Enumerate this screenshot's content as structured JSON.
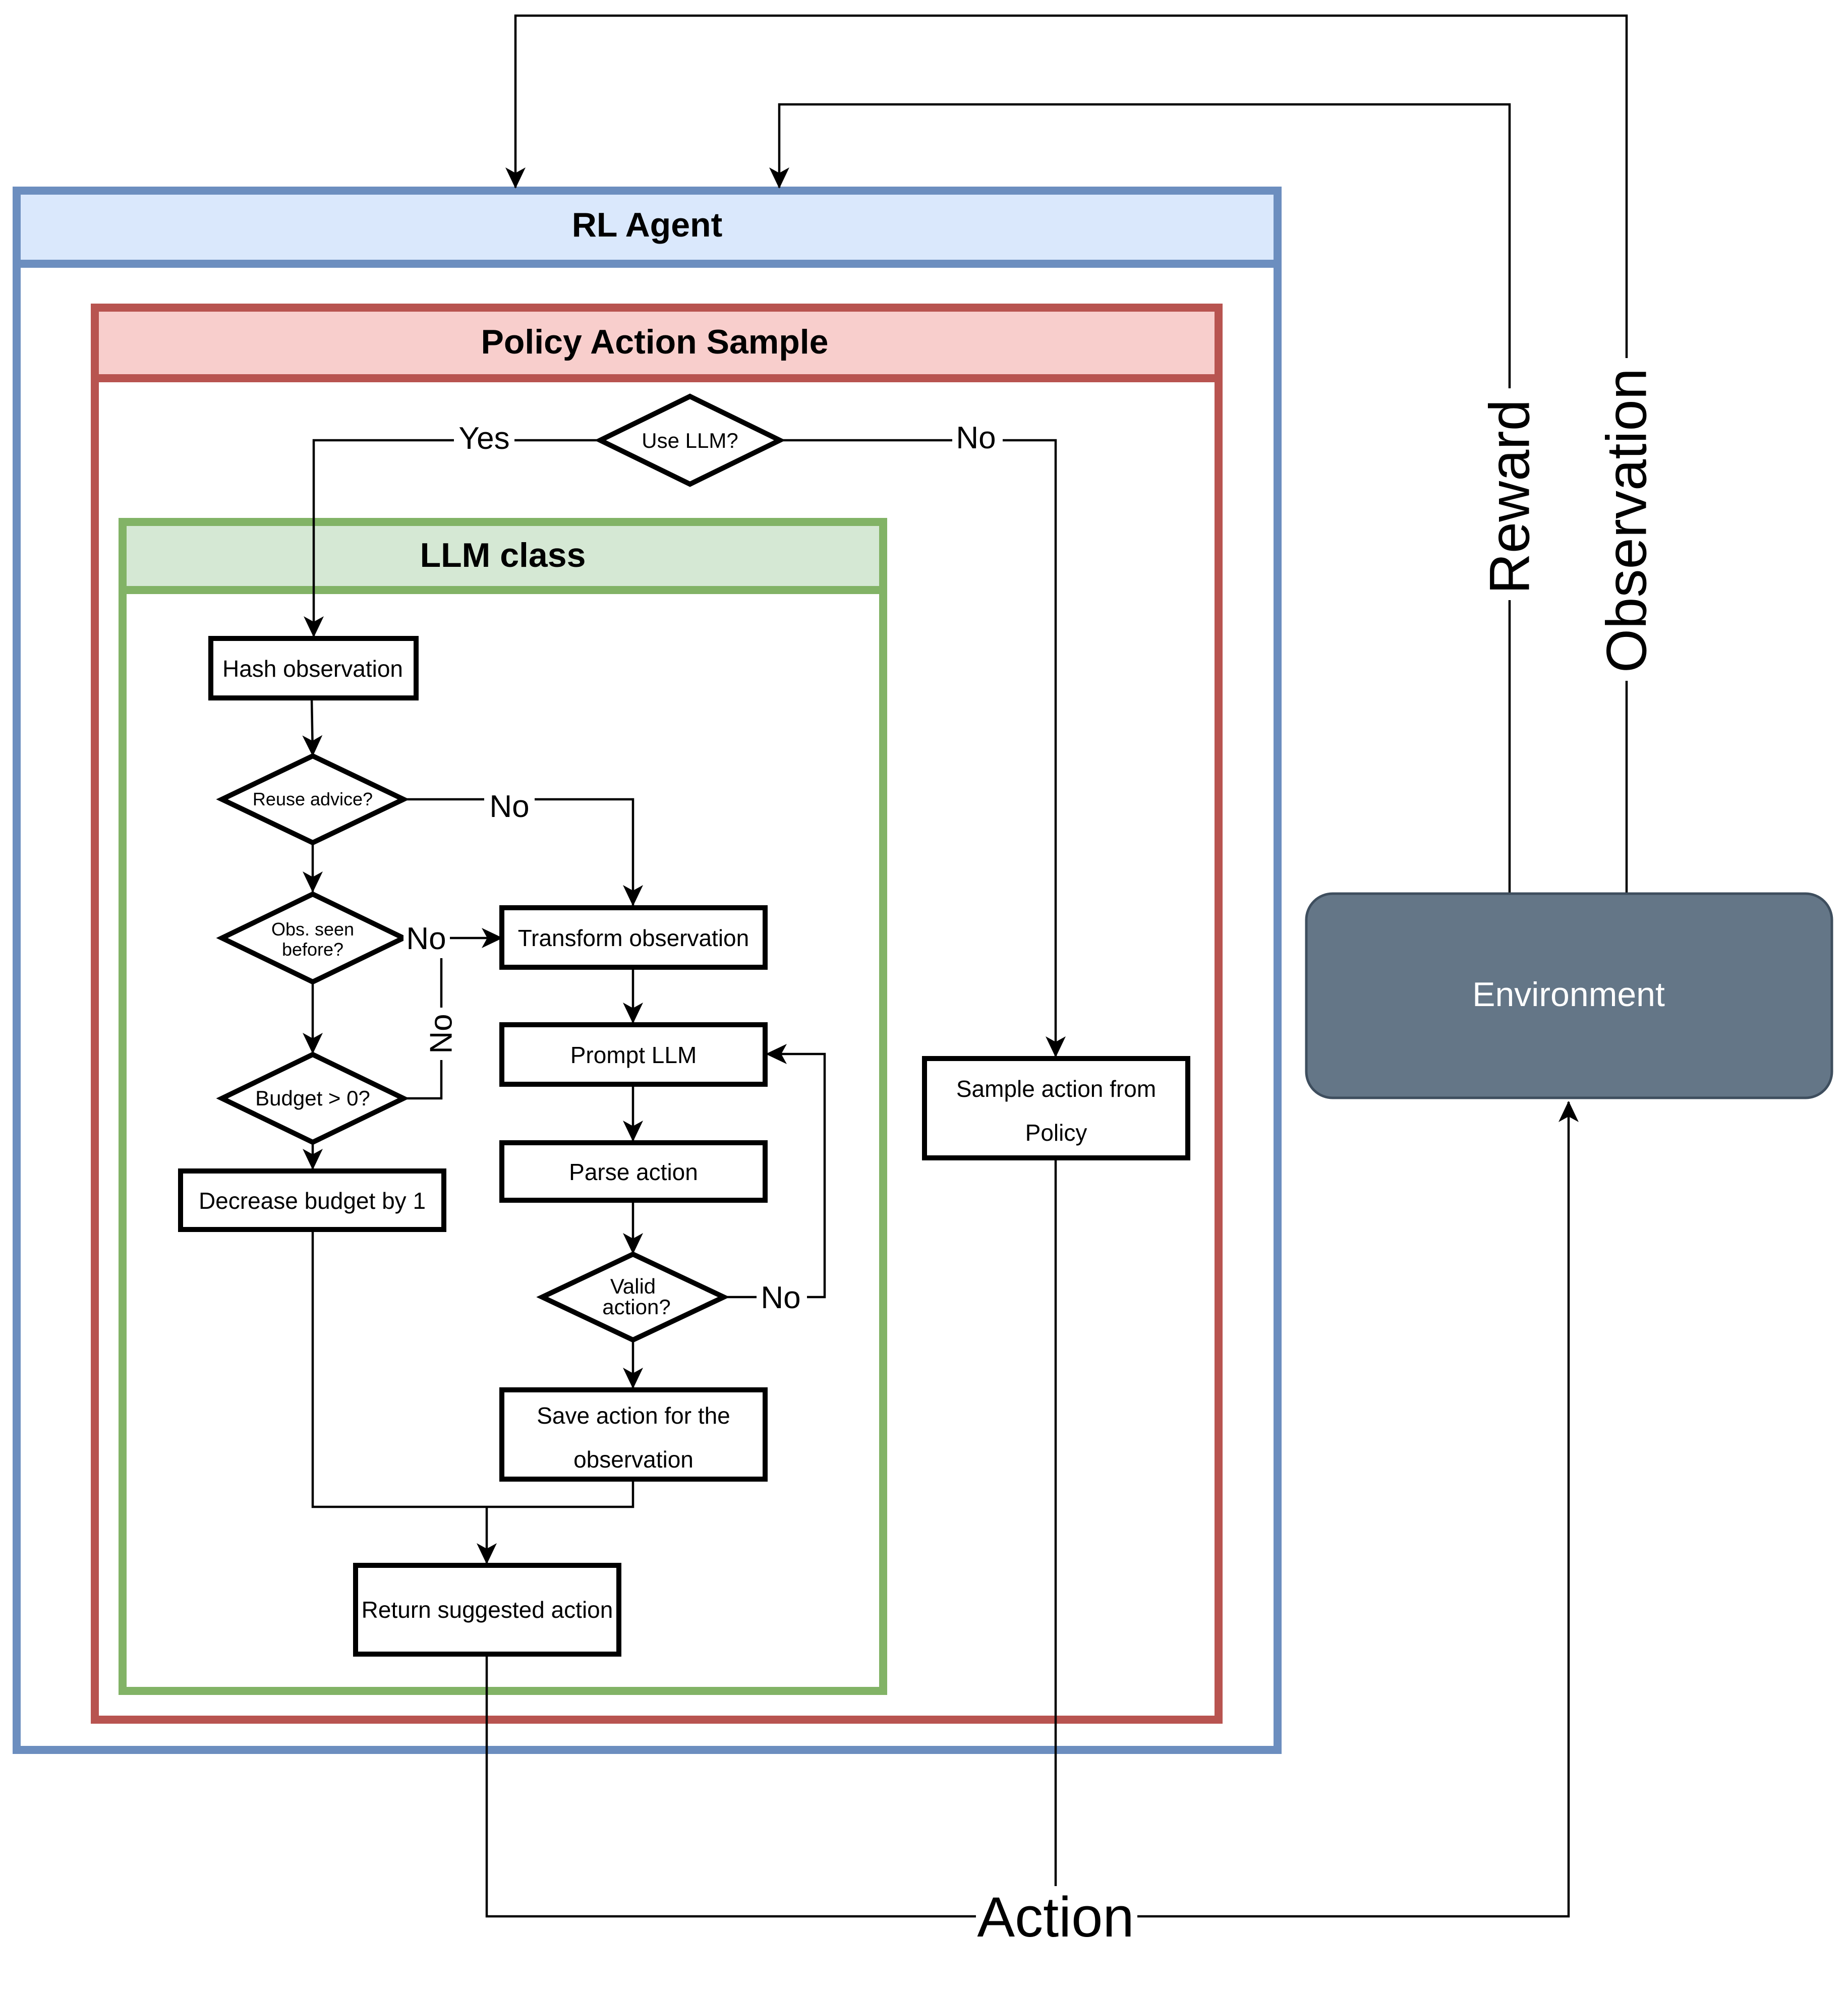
{
  "containers": {
    "rl_agent": {
      "title": "RL Agent",
      "fill": "#dae8fc",
      "stroke": "#6c8ebf"
    },
    "policy_action_sample": {
      "title": "Policy Action Sample",
      "fill": "#f8cecc",
      "stroke": "#b85450"
    },
    "llm_class": {
      "title": "LLM class",
      "fill": "#d5e8d4",
      "stroke": "#82b366"
    }
  },
  "nodes": {
    "use_llm": "Use LLM?",
    "hash_observation": "Hash observation",
    "reuse_advice": "Reuse advice?",
    "obs_seen_line1": "Obs. seen",
    "obs_seen_line2": "before?",
    "budget": "Budget > 0?",
    "decrease_budget": "Decrease budget by 1",
    "transform_observation": "Transform observation",
    "prompt_llm": "Prompt LLM",
    "parse_action": "Parse action",
    "valid_action_line1": "Valid",
    "valid_action_line2": "action?",
    "save_action_line1": "Save action for the",
    "save_action_line2": "observation",
    "return_action": "Return suggested action",
    "sample_action_line1": "Sample action from",
    "sample_action_line2": "Policy",
    "environment": "Environment"
  },
  "environment_fill": "#647687",
  "edge_labels": {
    "yes": "Yes",
    "no_use_llm": "No",
    "no_reuse": "No",
    "no_obs_seen": "No",
    "no_budget": "No",
    "no_valid": "No",
    "reward": "Reward",
    "observation": "Observation",
    "action": "Action"
  }
}
